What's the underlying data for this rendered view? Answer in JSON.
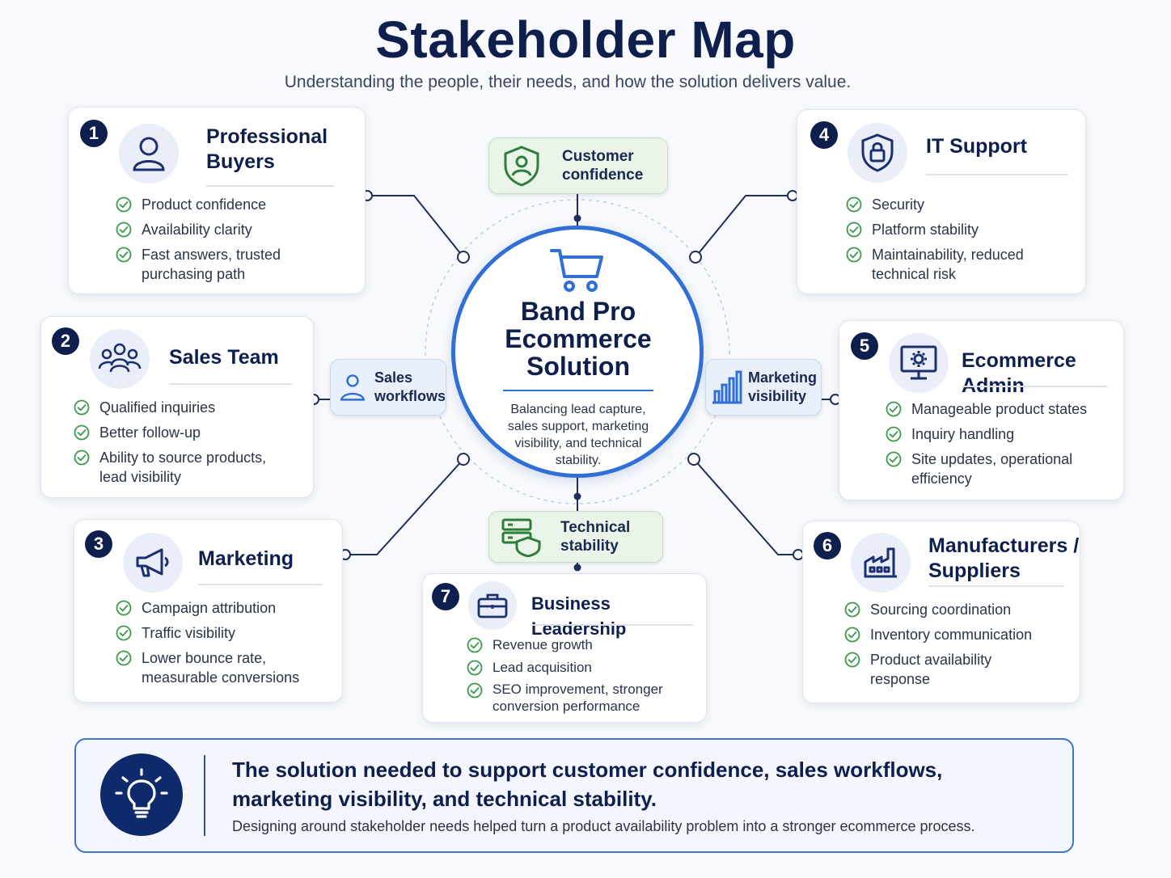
{
  "header": {
    "title": "Stakeholder Map",
    "subtitle": "Understanding the people, their needs, and how the solution delivers value."
  },
  "center": {
    "title_lines": [
      "Band Pro",
      "Ecommerce",
      "Solution"
    ],
    "description": "Balancing lead capture, sales support, marketing visibility, and technical stability.",
    "icon": "shopping-cart-icon"
  },
  "pills": {
    "customer_confidence": {
      "lines": [
        "Customer",
        "confidence"
      ],
      "icon": "shield-user-icon"
    },
    "sales_workflows": {
      "lines": [
        "Sales",
        "workflows"
      ],
      "icon": "user-icon"
    },
    "marketing_visibility": {
      "lines": [
        "Marketing",
        "visibility"
      ],
      "icon": "bar-chart-icon"
    },
    "technical_stability": {
      "lines": [
        "Technical",
        "stability"
      ],
      "icon": "server-shield-icon"
    }
  },
  "stakeholders": [
    {
      "number": "1",
      "title_lines": [
        "Professional",
        "Buyers"
      ],
      "icon": "user-icon",
      "items": [
        "Product confidence",
        "Availability clarity",
        "Fast answers, trusted purchasing path"
      ]
    },
    {
      "number": "2",
      "title_lines": [
        "Sales Team"
      ],
      "icon": "group-icon",
      "items": [
        "Qualified inquiries",
        "Better follow-up",
        "Ability to source products, lead visibility"
      ]
    },
    {
      "number": "3",
      "title_lines": [
        "Marketing"
      ],
      "icon": "megaphone-icon",
      "items": [
        "Campaign attribution",
        "Traffic visibility",
        "Lower bounce rate, measurable conversions"
      ]
    },
    {
      "number": "4",
      "title_lines": [
        "IT Support"
      ],
      "icon": "shield-lock-icon",
      "items": [
        "Security",
        "Platform stability",
        "Maintainability, reduced technical risk"
      ]
    },
    {
      "number": "5",
      "title_lines": [
        "Ecommerce Admin"
      ],
      "icon": "monitor-gear-icon",
      "items": [
        "Manageable product states",
        "Inquiry handling",
        "Site updates, operational efficiency"
      ]
    },
    {
      "number": "6",
      "title_lines": [
        "Manufacturers /",
        "Suppliers"
      ],
      "icon": "factory-icon",
      "items": [
        "Sourcing coordination",
        "Inventory communication",
        "Product availability response"
      ]
    },
    {
      "number": "7",
      "title_lines": [
        "Business Leadership"
      ],
      "icon": "briefcase-icon",
      "items": [
        "Revenue growth",
        "Lead acquisition",
        "SEO improvement, stronger conversion performance"
      ]
    }
  ],
  "banner": {
    "icon": "lightbulb-icon",
    "headline": "The solution needed to support customer confidence, sales workflows, marketing visibility, and technical stability.",
    "subtext": "Designing around stakeholder needs helped turn a product availability problem into a stronger ecommerce process."
  },
  "colors": {
    "navy": "#0f1f4d",
    "accent_blue": "#2f6fd6",
    "check_green": "#3a9a4a",
    "pill_green_bg": "#eaf4e8",
    "pill_blue_bg": "#eaf0fa"
  }
}
